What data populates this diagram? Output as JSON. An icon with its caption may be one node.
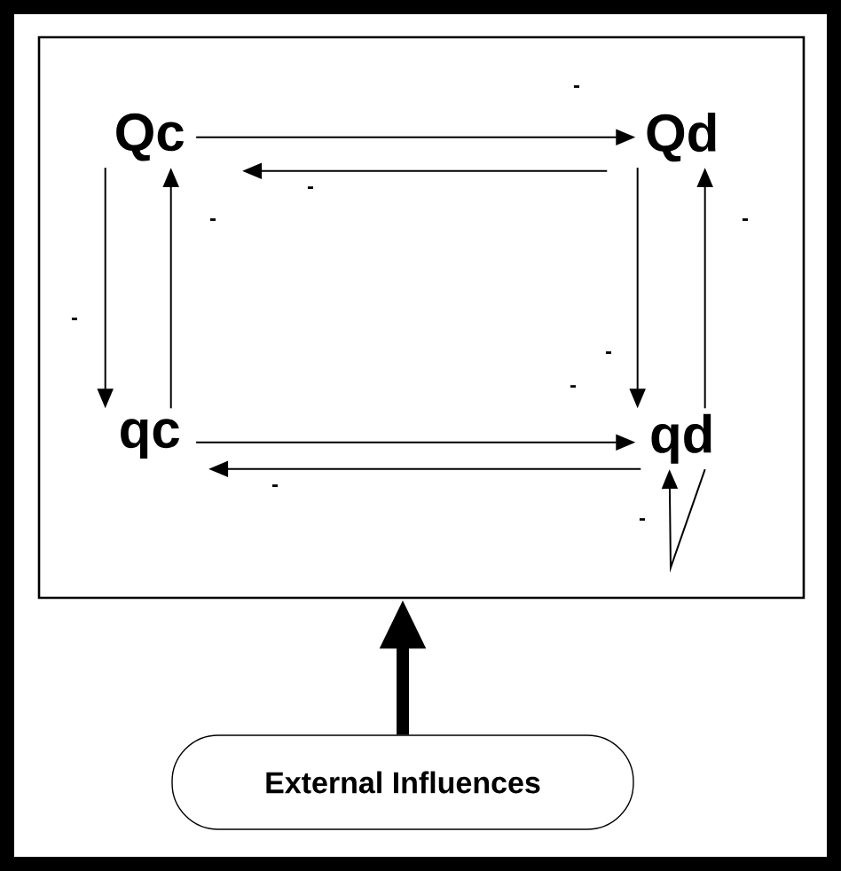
{
  "diagram": {
    "nodes": [
      {
        "text": [],
        "shape": "box"
      },
      {
        "text": [
          "Qc"
        ],
        "in": 0
      },
      {
        "text": [
          "Qd"
        ],
        "in": 0
      },
      {
        "text": [
          "qc"
        ],
        "in": 0
      },
      {
        "text": [
          "qd"
        ],
        "in": 0
      },
      {
        "text": [
          "External Influences"
        ]
      }
    ],
    "edges": [
      {
        "from": 1,
        "to": 2,
        "arrow": "to",
        "label": "-"
      },
      {
        "from": 2,
        "to": 1,
        "arrow": "to",
        "label": "-"
      },
      {
        "from": 1,
        "to": 3,
        "arrow": "to",
        "label": "-"
      },
      {
        "from": 3,
        "to": 1,
        "arrow": "to",
        "label": "-"
      },
      {
        "from": 3,
        "to": 4,
        "arrow": "to",
        "label": "-"
      },
      {
        "from": 4,
        "to": 3,
        "arrow": "to",
        "label": "-"
      },
      {
        "from": 2,
        "to": 4,
        "arrow": "to",
        "label": "-"
      },
      {
        "from": 4,
        "to": 2,
        "arrow": "to",
        "label": "-"
      },
      {
        "from": 4,
        "to": 4,
        "arrow": "to",
        "label": "-"
      },
      {
        "from": 5,
        "to": 0,
        "arrow": "to",
        "style": "thick"
      }
    ]
  }
}
